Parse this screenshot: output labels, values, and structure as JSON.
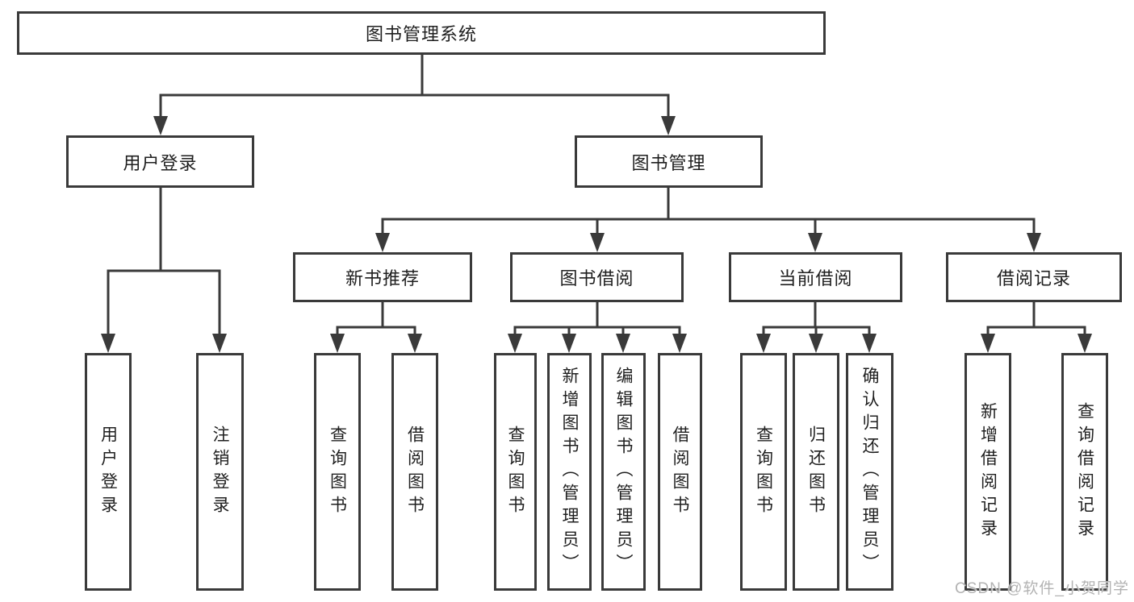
{
  "diagram_title": "图书管理系统",
  "nodes": {
    "root": "图书管理系统",
    "level2": {
      "user_login": "用户登录",
      "book_management": "图书管理"
    },
    "level3": {
      "new_book_recommend": "新书推荐",
      "book_borrow": "图书借阅",
      "current_borrow": "当前借阅",
      "borrow_record": "借阅记录"
    },
    "leaves": {
      "user_login_children": [
        "用户登录",
        "注销登录"
      ],
      "new_book_recommend_children": [
        "查询图书",
        "借阅图书"
      ],
      "book_borrow_children": [
        "查询图书",
        "新增图书（管理员）",
        "编辑图书（管理员）",
        "借阅图书"
      ],
      "current_borrow_children": [
        "查询图书",
        "归还图书",
        "确认归还（管理员）"
      ],
      "borrow_record_children": [
        "新增借阅记录",
        "查询借阅记录"
      ]
    }
  },
  "watermark": "CSDN @软件_小贺同学",
  "colors": {
    "line": "#3a3a3a",
    "box_border": "#3a3a3a",
    "text": "#1f1f1f",
    "watermark": "#b3b3b3",
    "background": "#ffffff"
  }
}
